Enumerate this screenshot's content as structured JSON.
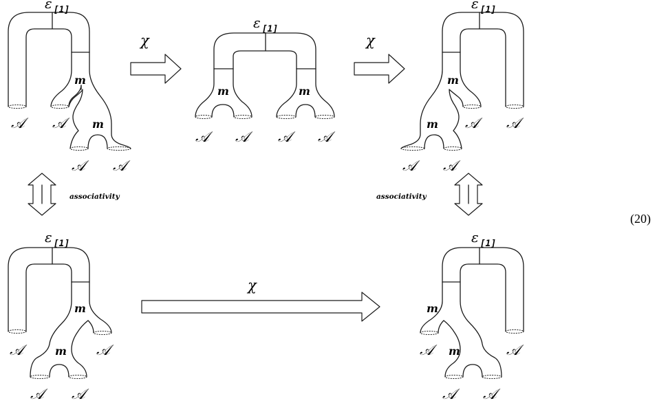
{
  "diagram": {
    "unit_symbol": "ε",
    "unit_subscript": "[1]",
    "multiplication_label": "m",
    "object_label": "𝒜",
    "morphism_label": "χ",
    "relation_label": "associativity",
    "equation_number": "(20)"
  }
}
